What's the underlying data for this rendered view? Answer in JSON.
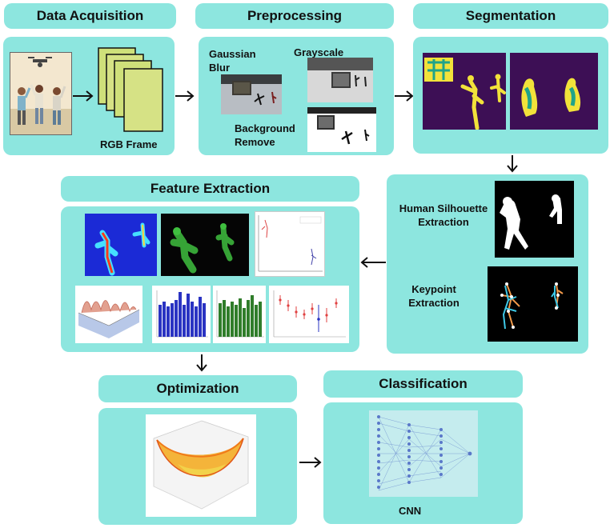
{
  "stages": {
    "data_acquisition": "Data Acquisition",
    "preprocessing": "Preprocessing",
    "segmentation": "Segmentation",
    "feature_extraction": "Feature Extraction",
    "optimization": "Optimization",
    "classification": "Classification"
  },
  "labels": {
    "rgb_frame": "RGB Frame",
    "gaussian_blur": "Gaussian Blur",
    "grayscale": "Grayscale",
    "background_remove": "Background Remove",
    "human_silhouette": "Human Silhouette Extraction",
    "keypoint": "Keypoint Extraction",
    "cnn": "CNN"
  },
  "colors": {
    "panel": "#8de6df",
    "segment_background": "#3d0f55",
    "segment_foreground": "#f2e23a"
  }
}
